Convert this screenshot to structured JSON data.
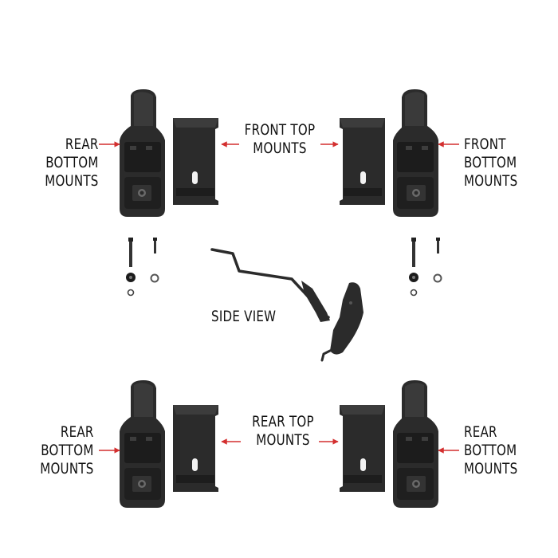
{
  "labels": {
    "rear_bottom_tl": [
      "REAR",
      "BOTTOM",
      "MOUNTS"
    ],
    "front_top": [
      "FRONT TOP",
      "MOUNTS"
    ],
    "front_bottom": [
      "FRONT",
      "BOTTOM",
      "MOUNTS"
    ],
    "side_view": "SIDE VIEW",
    "rear_bottom_bl": [
      "REAR",
      "BOTTOM",
      "MOUNTS"
    ],
    "rear_top": [
      "REAR TOP",
      "MOUNTS"
    ],
    "rear_bottom_br": [
      "REAR",
      "BOTTOM",
      "MOUNTS"
    ]
  },
  "colors": {
    "part": "#2b2b2b",
    "part_dark": "#151515",
    "part_light": "#4a4a4a",
    "arrow": "#d32f2f",
    "text": "#111111"
  }
}
